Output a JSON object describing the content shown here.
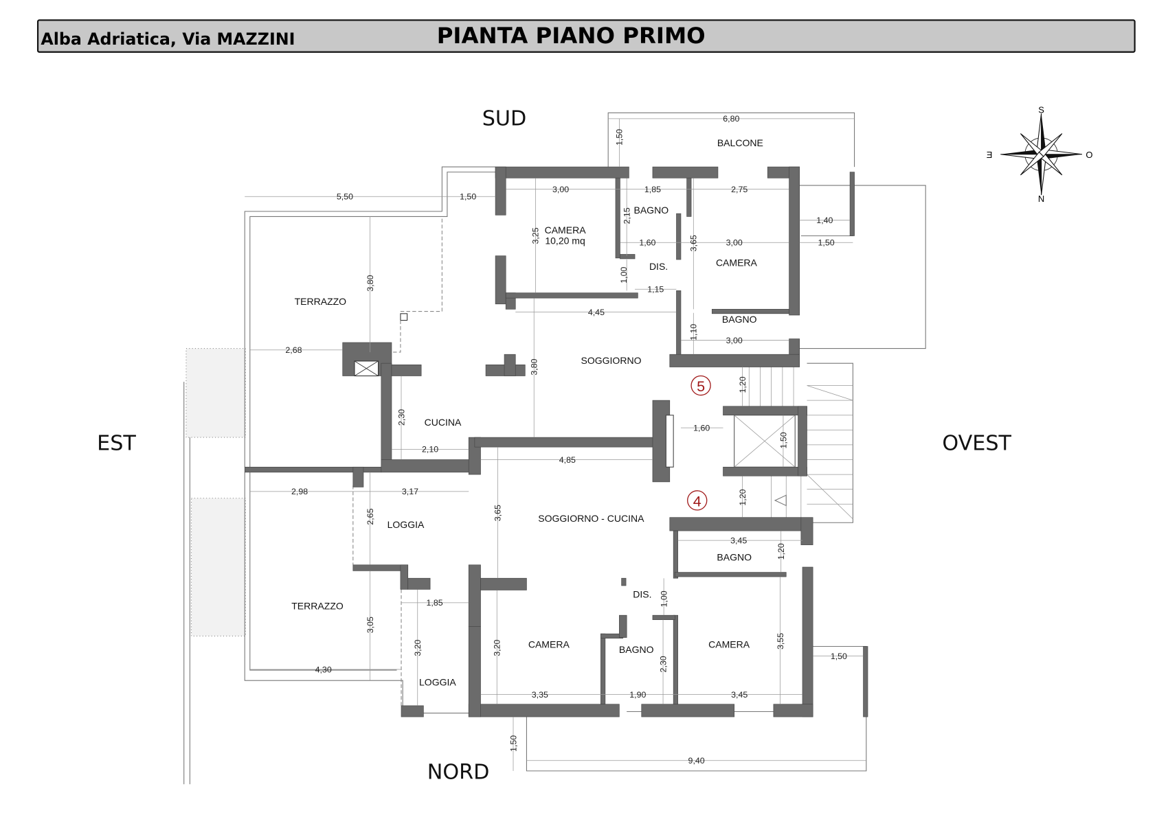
{
  "header": {
    "location": "Alba Adriatica, Via MAZZINI",
    "title": "PIANTA PIANO PRIMO"
  },
  "orientation": {
    "south": "SUD",
    "north": "NORD",
    "east": "EST",
    "west": "OVEST"
  },
  "compass": {
    "s": "S",
    "o": "O",
    "n": "N",
    "e": "E"
  },
  "rooms": [
    "BALCONE",
    "CAMERA",
    "10,20 mq",
    "BAGNO",
    "DIS.",
    "CAMERA",
    "BAGNO",
    "TERRAZZO",
    "SOGGIORNO",
    "CUCINA",
    "SOGGIORNO - CUCINA",
    "LOGGIA",
    "TERRAZZO",
    "LOGGIA",
    "BAGNO",
    "DIS.",
    "CAMERA",
    "BAGNO",
    "CAMERA"
  ],
  "stair_markers": [
    "5",
    "4"
  ],
  "colors": {
    "wall": "#6b6b6b",
    "marker": "#a01818",
    "header_bg": "#c8c8c8"
  },
  "dims_h": [
    "6,80",
    "5,50",
    "1,50",
    "3,00",
    "1,85",
    "2,75",
    "1,40",
    "1,60",
    "3,00",
    "1,50",
    "1,15",
    "4,45",
    "3,00",
    "2,68",
    "1,60",
    "2,10",
    "4,85",
    "2,98",
    "3,17",
    "3,45",
    "1,85",
    "4,30",
    "3,35",
    "1,90",
    "3,45",
    "1,50",
    "9,40"
  ],
  "dims_v": [
    "1,50",
    "2,15",
    "3,25",
    "3,65",
    "1,00",
    "3,80",
    "1,10",
    "3,80",
    "1,20",
    "2,30",
    "1,50",
    "1,20",
    "2,65",
    "3,65",
    "1,20",
    "1,00",
    "3,05",
    "3,20",
    "3,20",
    "2,30",
    "3,55",
    "1,50"
  ]
}
